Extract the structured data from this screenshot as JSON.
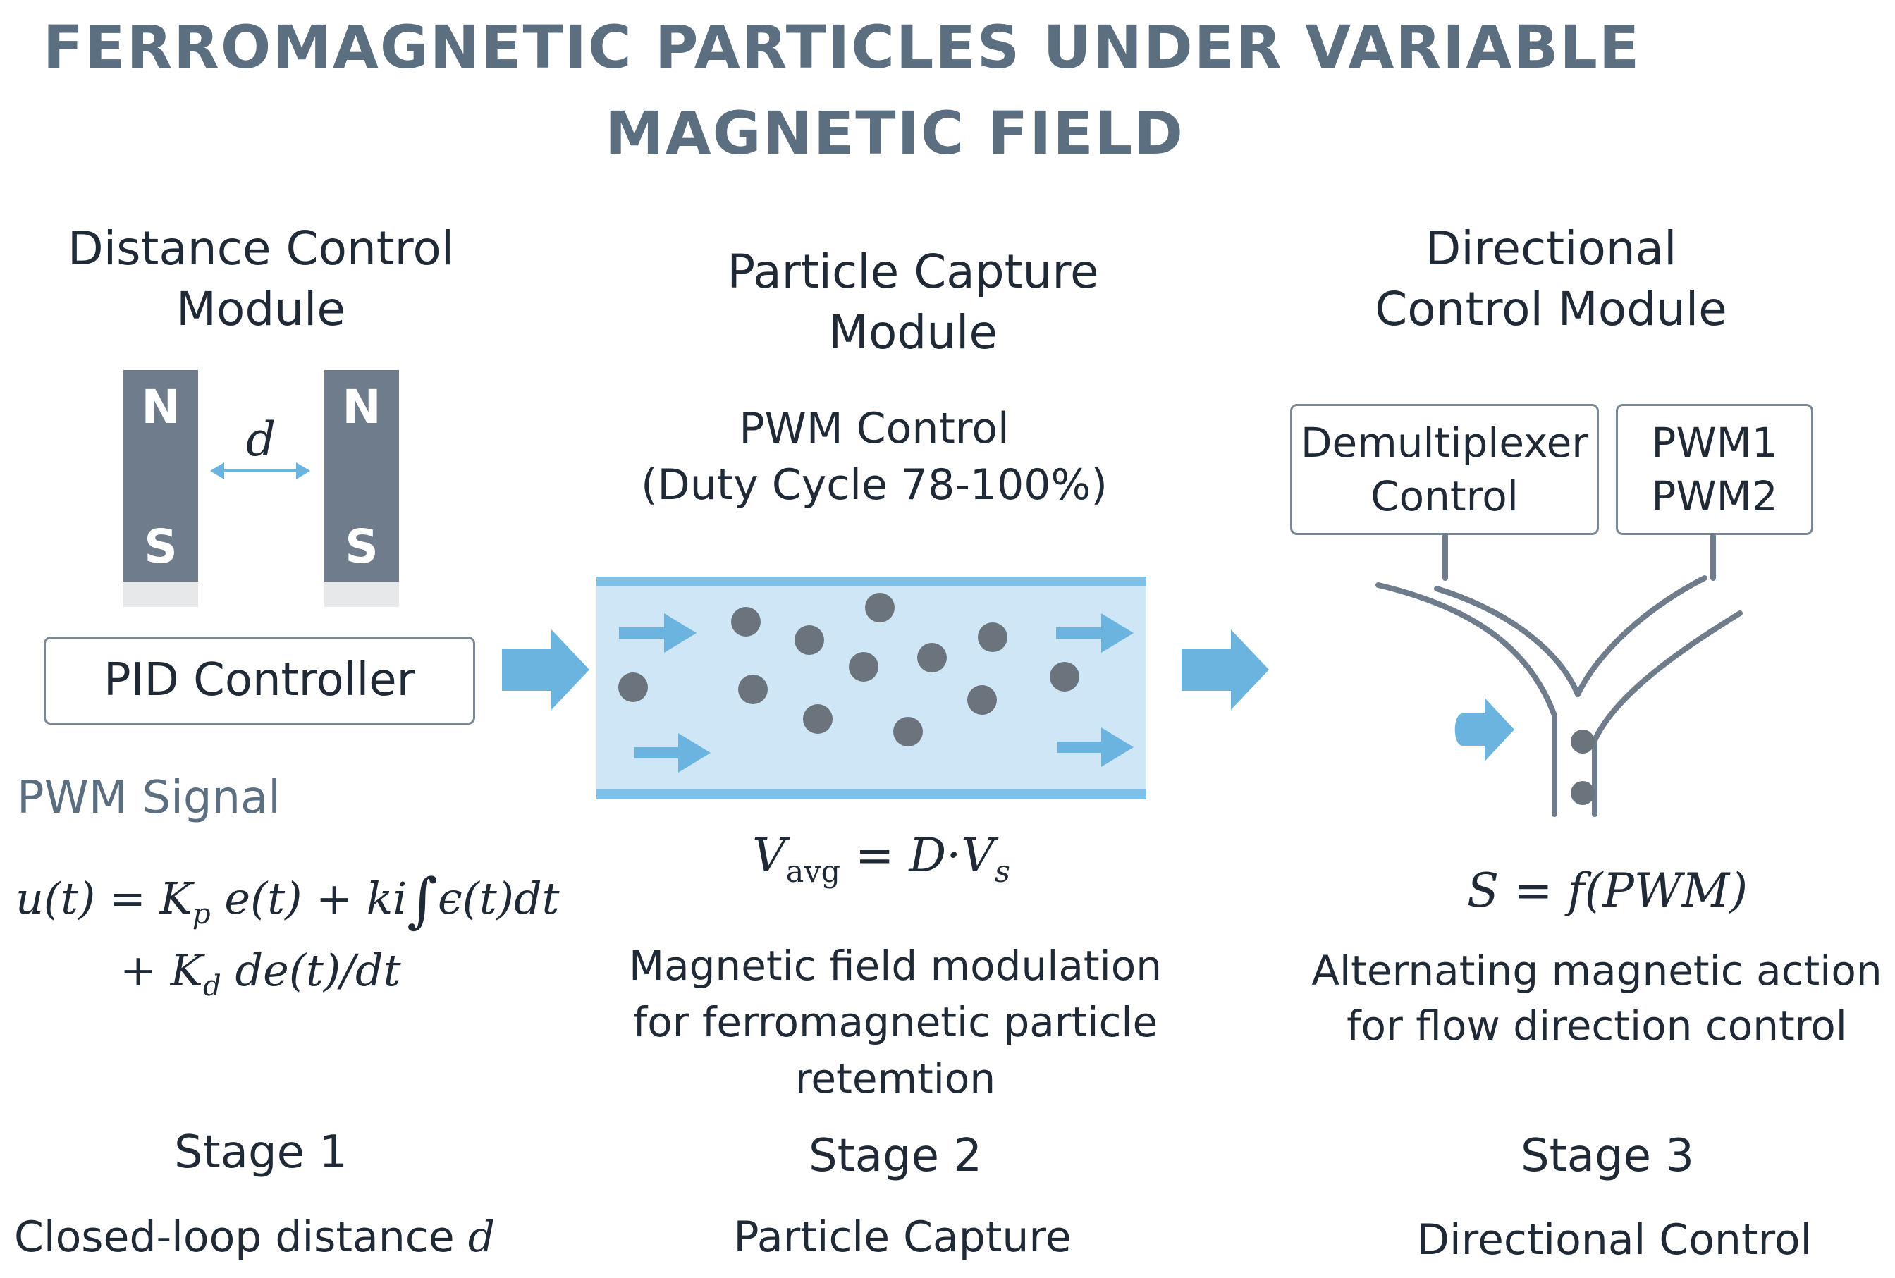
{
  "title": {
    "line1": "FERROMAGNETIC PARTICLES UNDER VARIABLE",
    "line2": "MAGNETIC FIELD"
  },
  "stage1": {
    "heading_line1": "Distance Control",
    "heading_line2": "Module",
    "magnet_left": {
      "north": "N",
      "south": "S"
    },
    "magnet_right": {
      "north": "N",
      "south": "S"
    },
    "distance_label": "d",
    "controller_label": "PID Controller",
    "signal_label": "PWM Signal",
    "formula_line1": {
      "u": "u(t) = K",
      "p": "p",
      "rest": " e(t) + ki",
      "integral": "∫",
      "integrand": "ϵ(t)dt"
    },
    "formula_line2": {
      "plus": "+ K",
      "d": "d",
      "rest": " de(t)/dt"
    },
    "stage_label": "Stage 1",
    "stage_desc_text": "Closed-loop distance ",
    "stage_desc_var": "d"
  },
  "stage2": {
    "heading_line1": "Particle Capture",
    "heading_line2": "Module",
    "pwm_line1": "PWM Control",
    "pwm_line2": "(Duty Cycle 78-100%)",
    "formula": {
      "v": "V",
      "avg": "avg",
      "eq": " = D·V",
      "s": "s"
    },
    "desc_line1": "Magnetic field modulation",
    "desc_line2": "for ferromagnetic particle",
    "desc_line3": "retemtion",
    "stage_label": "Stage 2",
    "stage_desc": "Particle Capture"
  },
  "stage3": {
    "heading_line1": "Directional",
    "heading_line2": "Control Module",
    "demux_line1": "Demultiplexer",
    "demux_line2": "Control",
    "pwm_line1": "PWM1",
    "pwm_line2": "PWM2",
    "formula": "S = f(PWM)",
    "desc_line1": "Alternating magnetic action",
    "desc_line2": "for flow direction control",
    "stage_label": "Stage 3",
    "stage_desc": "Directional Control"
  },
  "colors": {
    "title": "#5b6f80",
    "magnet": "#6e7c8c",
    "arrow": "#6cb4e0",
    "channel_fill": "#cfe6f6",
    "channel_wall": "#7fc0e8",
    "particle": "#6b747d"
  }
}
